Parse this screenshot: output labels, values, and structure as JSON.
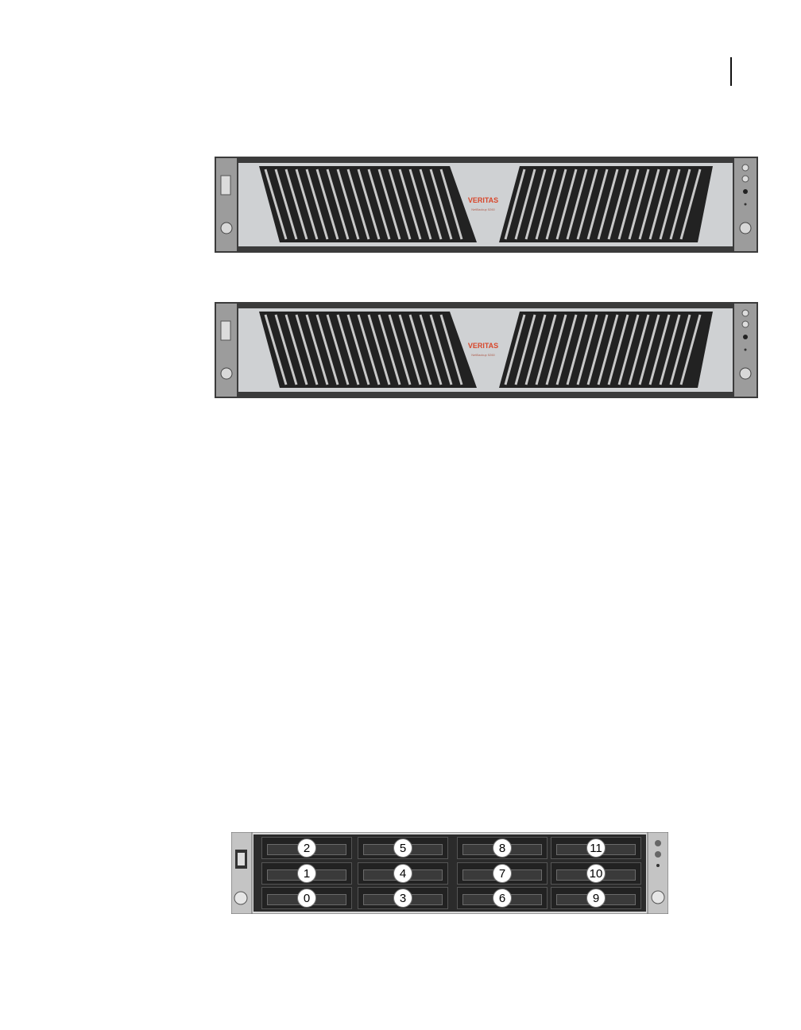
{
  "bezels": [
    {
      "brand": "VERITAS",
      "model_text": "NetBackup 5260"
    },
    {
      "brand": "VERITAS",
      "model_text": "NetBackup 5260"
    }
  ],
  "drive_chassis": {
    "columns": [
      {
        "bays": [
          "2",
          "1",
          "0"
        ]
      },
      {
        "bays": [
          "5",
          "4",
          "3"
        ]
      },
      {
        "bays": [
          "8",
          "7",
          "6"
        ]
      },
      {
        "bays": [
          "11",
          "10",
          "9"
        ]
      }
    ]
  },
  "colors": {
    "brand_accent": "#d8472b",
    "bezel_gray": "#cfd1d3",
    "frame": "#3c3c3c"
  }
}
